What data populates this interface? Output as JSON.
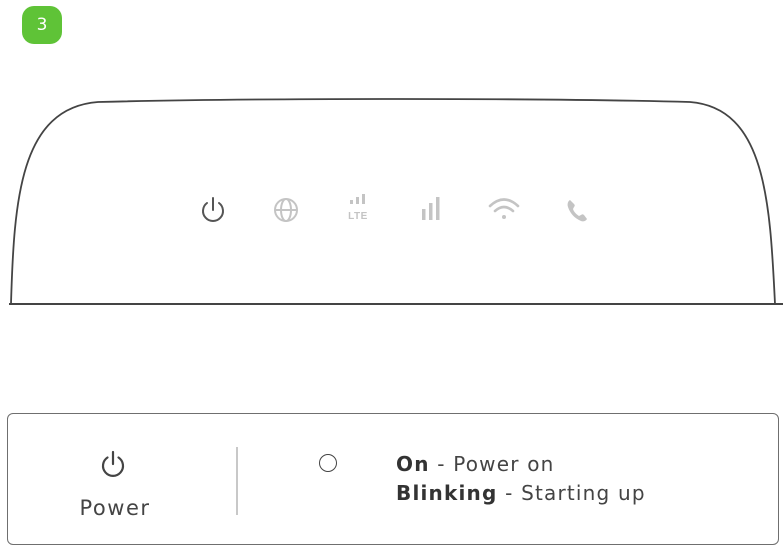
{
  "step": {
    "number": "3"
  },
  "device": {
    "indicators": [
      "power-icon",
      "internet-globe-icon",
      "lte-icon",
      "signal-strength-icon",
      "wifi-icon",
      "phone-icon"
    ]
  },
  "legend": {
    "label": "Power",
    "states": [
      {
        "state": "On",
        "separator": " - ",
        "description": "Power on"
      },
      {
        "state": "Blinking",
        "separator": " - ",
        "description": "Starting up"
      }
    ]
  },
  "colors": {
    "badge": "#5fc337",
    "outline": "#444444",
    "inactive_led": "#c4c4c4",
    "active_led": "#555555"
  }
}
